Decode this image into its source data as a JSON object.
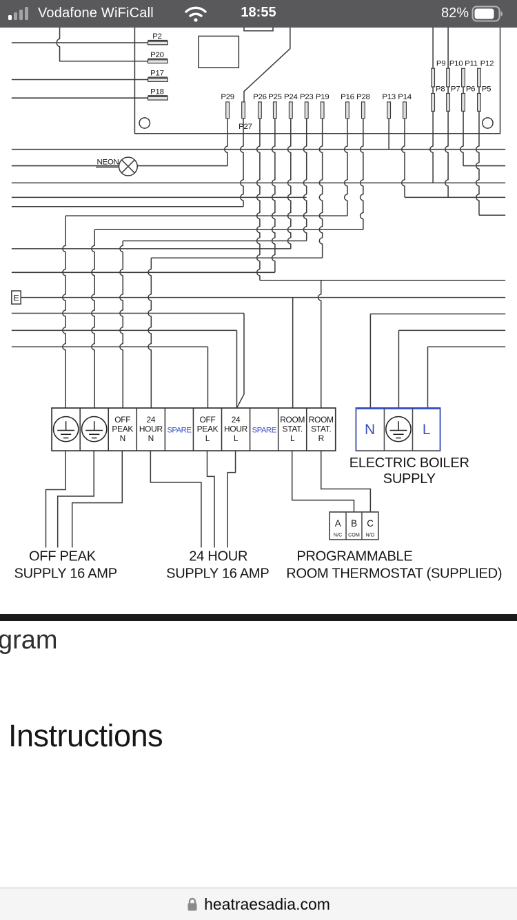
{
  "status_bar": {
    "carrier": "Vodafone WiFiCall",
    "time": "18:55",
    "battery_percent": "82%",
    "battery_level": 0.82,
    "signal_bars_filled": 1,
    "signal_bars_total": 4
  },
  "diagram": {
    "neon_label": "NEON",
    "e_label": "E",
    "pins_left": [
      "P2",
      "P20",
      "P17",
      "P18"
    ],
    "pins_bottom": [
      "P29",
      "P27",
      "P26",
      "P25",
      "P24",
      "P23",
      "P19",
      "P16",
      "P28",
      "P13",
      "P14"
    ],
    "pins_right_top": [
      "P9",
      "P10",
      "P11",
      "P12"
    ],
    "pins_right_bottom": [
      "P8",
      "P7",
      "P6",
      "P5"
    ],
    "terminal_strip": {
      "cells": [
        {
          "type": "earth"
        },
        {
          "type": "earth"
        },
        {
          "type": "text",
          "lines": [
            "OFF",
            "PEAK",
            "N"
          ],
          "blue": false
        },
        {
          "type": "text",
          "lines": [
            "24",
            "HOUR",
            "N"
          ],
          "blue": false
        },
        {
          "type": "text",
          "lines": [
            "SPARE"
          ],
          "blue": true
        },
        {
          "type": "text",
          "lines": [
            "OFF",
            "PEAK",
            "L"
          ],
          "blue": false
        },
        {
          "type": "text",
          "lines": [
            "24",
            "HOUR",
            "L"
          ],
          "blue": false
        },
        {
          "type": "text",
          "lines": [
            "SPARE"
          ],
          "blue": true
        },
        {
          "type": "text",
          "lines": [
            "ROOM",
            "STAT.",
            "L"
          ],
          "blue": false
        },
        {
          "type": "text",
          "lines": [
            "ROOM",
            "STAT.",
            "R"
          ],
          "blue": false
        }
      ]
    },
    "boiler": {
      "n_label": "N",
      "l_label": "L",
      "caption_line1": "ELECTRIC BOILER",
      "caption_line2": "SUPPLY"
    },
    "thermostat": {
      "terminals": [
        {
          "letter": "A",
          "sub": "N/C"
        },
        {
          "letter": "B",
          "sub": "COM"
        },
        {
          "letter": "C",
          "sub": "N/O"
        }
      ],
      "caption_line1": "PROGRAMMABLE",
      "caption_line2": "ROOM THERMOSTAT  (SUPPLIED)"
    },
    "captions": {
      "off_peak": [
        "OFF PEAK",
        "SUPPLY 16 AMP"
      ],
      "twenty_four_hour": [
        "24 HOUR",
        "SUPPLY 16 AMP"
      ]
    },
    "colors": {
      "wire": "#3a3a3a",
      "blue": "#3a52c4",
      "text": "#161616"
    }
  },
  "page": {
    "partial_heading": "gram",
    "heading": "Instructions"
  },
  "browser_bar": {
    "url": "heatraesadia.com",
    "lock_icon": "lock-icon"
  }
}
